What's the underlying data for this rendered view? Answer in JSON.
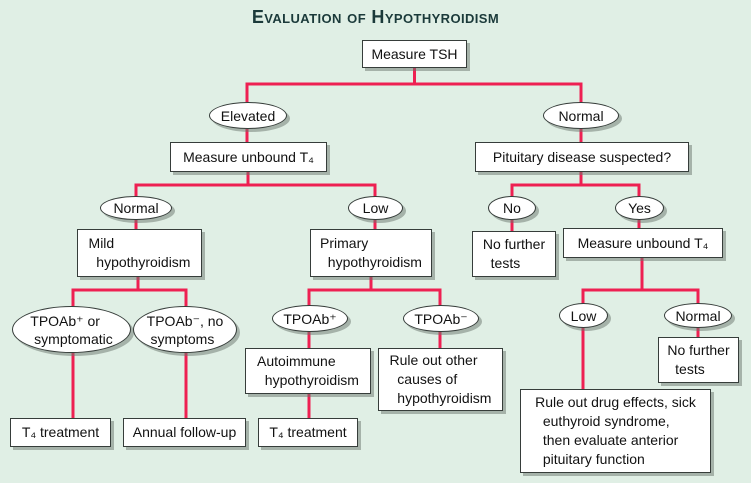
{
  "title": "Evaluation of Hypothyroidism",
  "colors": {
    "background": "#e0efe5",
    "connector_line": "#ee2052",
    "title_text": "#1b3a3a",
    "node_fill": "#ffffff",
    "node_border": "#363d3a",
    "node_shadow": "#9aa8a0",
    "node_text": "#111111"
  },
  "nodes": {
    "measure_tsh": "Measure TSH",
    "elevated": "Elevated",
    "normal_top": "Normal",
    "measure_unbound_t4_left": "Measure unbound T₄",
    "pituitary_disease": "Pituitary disease suspected?",
    "normal_mid": "Normal",
    "low_mid": "Low",
    "no": "No",
    "yes": "Yes",
    "mild_hypothyroidism": "Mild\n  hypothyroidism",
    "primary_hypothyroidism": "Primary\n  hypothyroidism",
    "no_further_tests_left": "No further\n  tests",
    "measure_unbound_t4_right": "Measure unbound T₄",
    "tpoab_pos_symptomatic": "TPOAb⁺ or\n symptomatic",
    "tpoab_neg_no_symptoms": "TPOAb⁻, no\n symptoms",
    "tpoab_pos": "TPOAb⁺",
    "tpoab_neg": "TPOAb⁻",
    "low_right": "Low",
    "normal_right": "Normal",
    "autoimmune_hypothyroidism": "Autoimmune\n  hypothyroidism",
    "rule_out_other_causes": "Rule out other\n  causes of\n  hypothyroidism",
    "t4_treatment_left": "T₄ treatment",
    "annual_follow_up": "Annual follow-up",
    "t4_treatment_mid": "T₄ treatment",
    "no_further_tests_right": "No further\n  tests",
    "rule_out_drug_effects": "Rule out drug effects, sick\n  euthyroid syndrome,\n  then evaluate anterior\n  pituitary function"
  },
  "edges": [
    {
      "from": "measure_tsh",
      "to": "elevated"
    },
    {
      "from": "measure_tsh",
      "to": "normal_top"
    },
    {
      "from": "elevated",
      "to": "measure_unbound_t4_left"
    },
    {
      "from": "normal_top",
      "to": "pituitary_disease"
    },
    {
      "from": "measure_unbound_t4_left",
      "to": "normal_mid"
    },
    {
      "from": "measure_unbound_t4_left",
      "to": "low_mid"
    },
    {
      "from": "pituitary_disease",
      "to": "no"
    },
    {
      "from": "pituitary_disease",
      "to": "yes"
    },
    {
      "from": "normal_mid",
      "to": "mild_hypothyroidism"
    },
    {
      "from": "low_mid",
      "to": "primary_hypothyroidism"
    },
    {
      "from": "no",
      "to": "no_further_tests_left"
    },
    {
      "from": "yes",
      "to": "measure_unbound_t4_right"
    },
    {
      "from": "mild_hypothyroidism",
      "to": "tpoab_pos_symptomatic"
    },
    {
      "from": "mild_hypothyroidism",
      "to": "tpoab_neg_no_symptoms"
    },
    {
      "from": "primary_hypothyroidism",
      "to": "tpoab_pos"
    },
    {
      "from": "primary_hypothyroidism",
      "to": "tpoab_neg"
    },
    {
      "from": "measure_unbound_t4_right",
      "to": "low_right"
    },
    {
      "from": "measure_unbound_t4_right",
      "to": "normal_right"
    },
    {
      "from": "tpoab_pos_symptomatic",
      "to": "t4_treatment_left"
    },
    {
      "from": "tpoab_neg_no_symptoms",
      "to": "annual_follow_up"
    },
    {
      "from": "tpoab_pos",
      "to": "autoimmune_hypothyroidism"
    },
    {
      "from": "autoimmune_hypothyroidism",
      "to": "t4_treatment_mid"
    },
    {
      "from": "tpoab_neg",
      "to": "rule_out_other_causes"
    },
    {
      "from": "low_right",
      "to": "rule_out_drug_effects"
    },
    {
      "from": "normal_right",
      "to": "no_further_tests_right"
    }
  ]
}
